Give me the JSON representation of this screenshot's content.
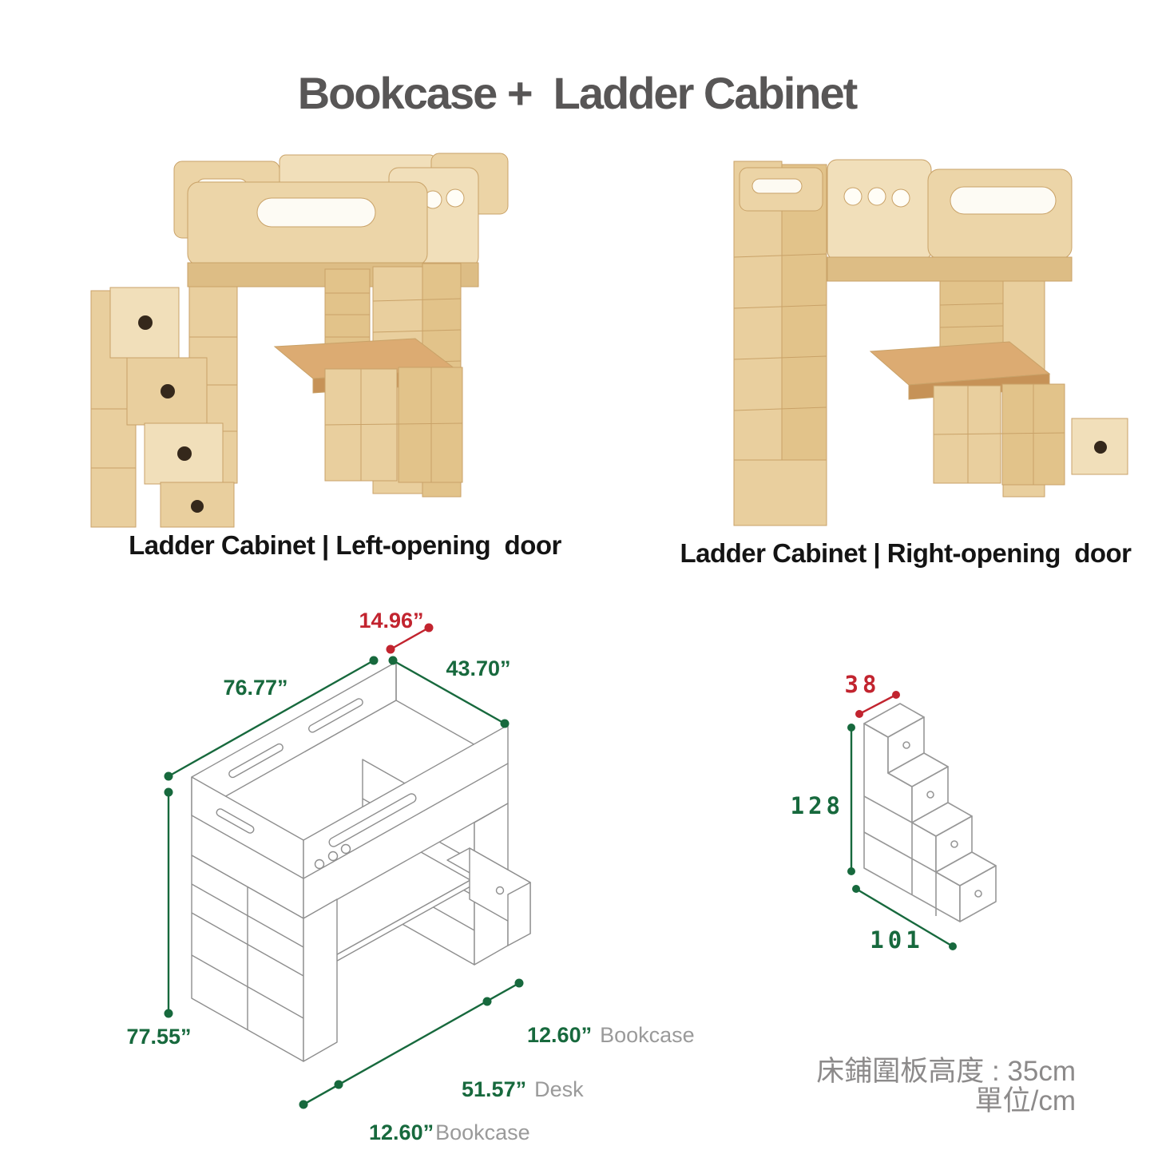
{
  "title": {
    "text": "Bookcase +  Ladder Cabinet"
  },
  "photos": {
    "left": {
      "caption": "Ladder Cabinet | Left-opening  door"
    },
    "right": {
      "caption": "Ladder Cabinet | Right-opening  door"
    }
  },
  "bed_diagram": {
    "dims": {
      "ladder_depth": "14.96”",
      "bed_width": "43.70”",
      "bed_length": "76.77”",
      "bed_height": "77.55”"
    },
    "footprint": [
      {
        "value": "12.60”",
        "label": "Bookcase"
      },
      {
        "value": "51.57”",
        "label": "Desk"
      },
      {
        "value": "12.60”",
        "label": "Bookcase"
      }
    ]
  },
  "ladder_diagram": {
    "depth": "38",
    "height": "128",
    "run": "101"
  },
  "notes": {
    "rail_height": "床鋪圍板高度 : 35cm",
    "unit": "單位/cm"
  },
  "colors": {
    "dim_green": "#17693d",
    "dim_red": "#c2242f",
    "drawing_line": "#8e8e8e",
    "note_gray": "#8c8a8a",
    "title_gray": "#585656",
    "wood_light": "#f1dfba",
    "wood_mid": "#e9cf9e",
    "wood_shade": "#ddbd85",
    "desk_wood": "#dcab72"
  }
}
